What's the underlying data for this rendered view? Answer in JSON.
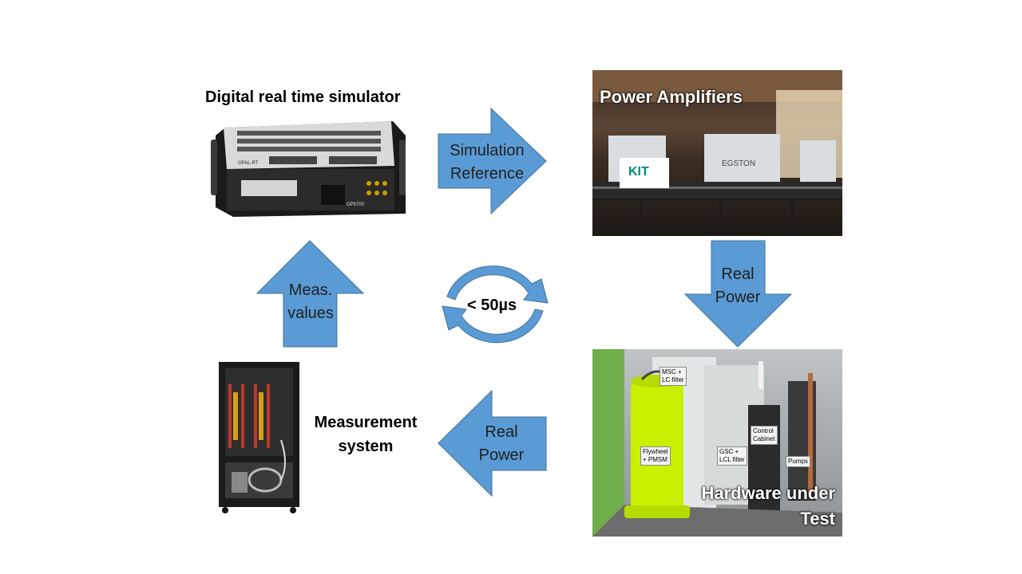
{
  "simulator": {
    "title": "Digital real time simulator",
    "brand": "OPAL-RT",
    "model": "OP5700"
  },
  "amplifiers": {
    "title": "Power Amplifiers",
    "logo_kit": "KIT",
    "logo_egston": "EGSTON"
  },
  "arrows": {
    "sim_ref": {
      "line1": "Simulation",
      "line2": "Reference"
    },
    "real_power_down": {
      "line1": "Real",
      "line2": "Power"
    },
    "real_power_left": {
      "line1": "Real",
      "line2": "Power"
    },
    "meas_values": {
      "line1": "Meas.",
      "line2": "values"
    }
  },
  "cycle": {
    "label": "< 50µs"
  },
  "hut": {
    "title_line1": "Hardware under",
    "title_line2": "Test",
    "tags": {
      "msc1": "MSC +",
      "msc2": "LC filter",
      "fly1": "Flywheel",
      "fly2": "+ PMSM",
      "gsc1": "GSC +",
      "gsc2": "LCL filter",
      "ctrl1": "Control",
      "ctrl2": "Cabinet",
      "pumps": "Pumps"
    }
  },
  "measurement": {
    "line1": "Measurement",
    "line2": "system"
  },
  "colors": {
    "arrow_fill": "#5b9bd5",
    "arrow_stroke": "#41719c"
  }
}
